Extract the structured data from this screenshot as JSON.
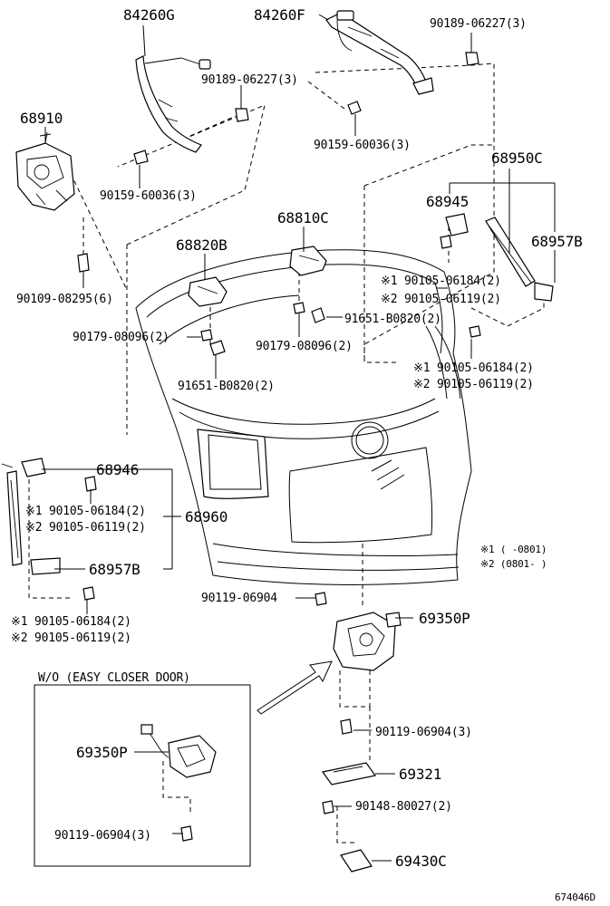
{
  "labels": {
    "p84260G": "84260G",
    "p84260F": "84260F",
    "p90189_a": "90189-06227(3)",
    "p90189_b": "90189-06227(3)",
    "p90159_a": "90159-60036(3)",
    "p90159_b": "90159-60036(3)",
    "p68910": "68910",
    "p68950C": "68950C",
    "p68945": "68945",
    "p68957B_r": "68957B",
    "p68810C": "68810C",
    "p68820B": "68820B",
    "p90109": "90109-08295(6)",
    "p90105_r1": "※1 90105-06184(2)",
    "p90105_r2": "※2 90105-06119(2)",
    "p91651_a": "91651-B0820(2)",
    "p90179_a": "90179-08096(2)",
    "p90179_b": "90179-08096(2)",
    "p90105_m1": "※1 90105-06184(2)",
    "p90105_m2": "※2 90105-06119(2)",
    "p91651_b": "91651-B0820(2)",
    "p68946": "68946",
    "p90105_l1": "※1 90105-06184(2)",
    "p90105_l2": "※2 90105-06119(2)",
    "p68960": "68960",
    "p68957B_l": "68957B",
    "p90105_ll1": "※1 90105-06184(2)",
    "p90105_ll2": "※2 90105-06119(2)",
    "legend1": "※1 (    -0801)",
    "legend2": "※2 (0801-    )",
    "p90119_a": "90119-06904",
    "p69350P_main": "69350P",
    "inset_title": "W/O (EASY CLOSER DOOR)",
    "p69350P_inset": "69350P",
    "p90119_inset": "90119-06904(3)",
    "p90119_b": "90119-06904(3)",
    "p69321": "69321",
    "p90148": "90148-80027(2)",
    "p69430C": "69430C",
    "diagram_id": "674046D"
  }
}
